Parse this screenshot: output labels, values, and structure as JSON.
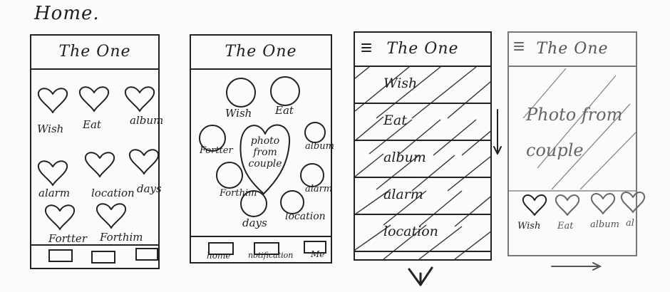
{
  "page": {
    "title": "Home."
  },
  "app": {
    "title": "The One"
  },
  "screen1": {
    "icons": [
      "Wish",
      "Eat",
      "album",
      "alarm",
      "location",
      "days",
      "Fortter",
      "Forthim"
    ]
  },
  "screen2": {
    "center_text": "photo from couple",
    "icons": [
      "Wish",
      "Eat",
      "Fortter",
      "album",
      "Forthim",
      "alarm",
      "days",
      "location"
    ],
    "tabs": [
      "home",
      "notification",
      "Me"
    ]
  },
  "screen3": {
    "menu": [
      "Wish",
      "Eat",
      "album",
      "alarm",
      "location"
    ]
  },
  "screen4": {
    "photo_text": "Photo from couple",
    "icons": [
      "Wish",
      "Eat",
      "album",
      "al"
    ]
  }
}
